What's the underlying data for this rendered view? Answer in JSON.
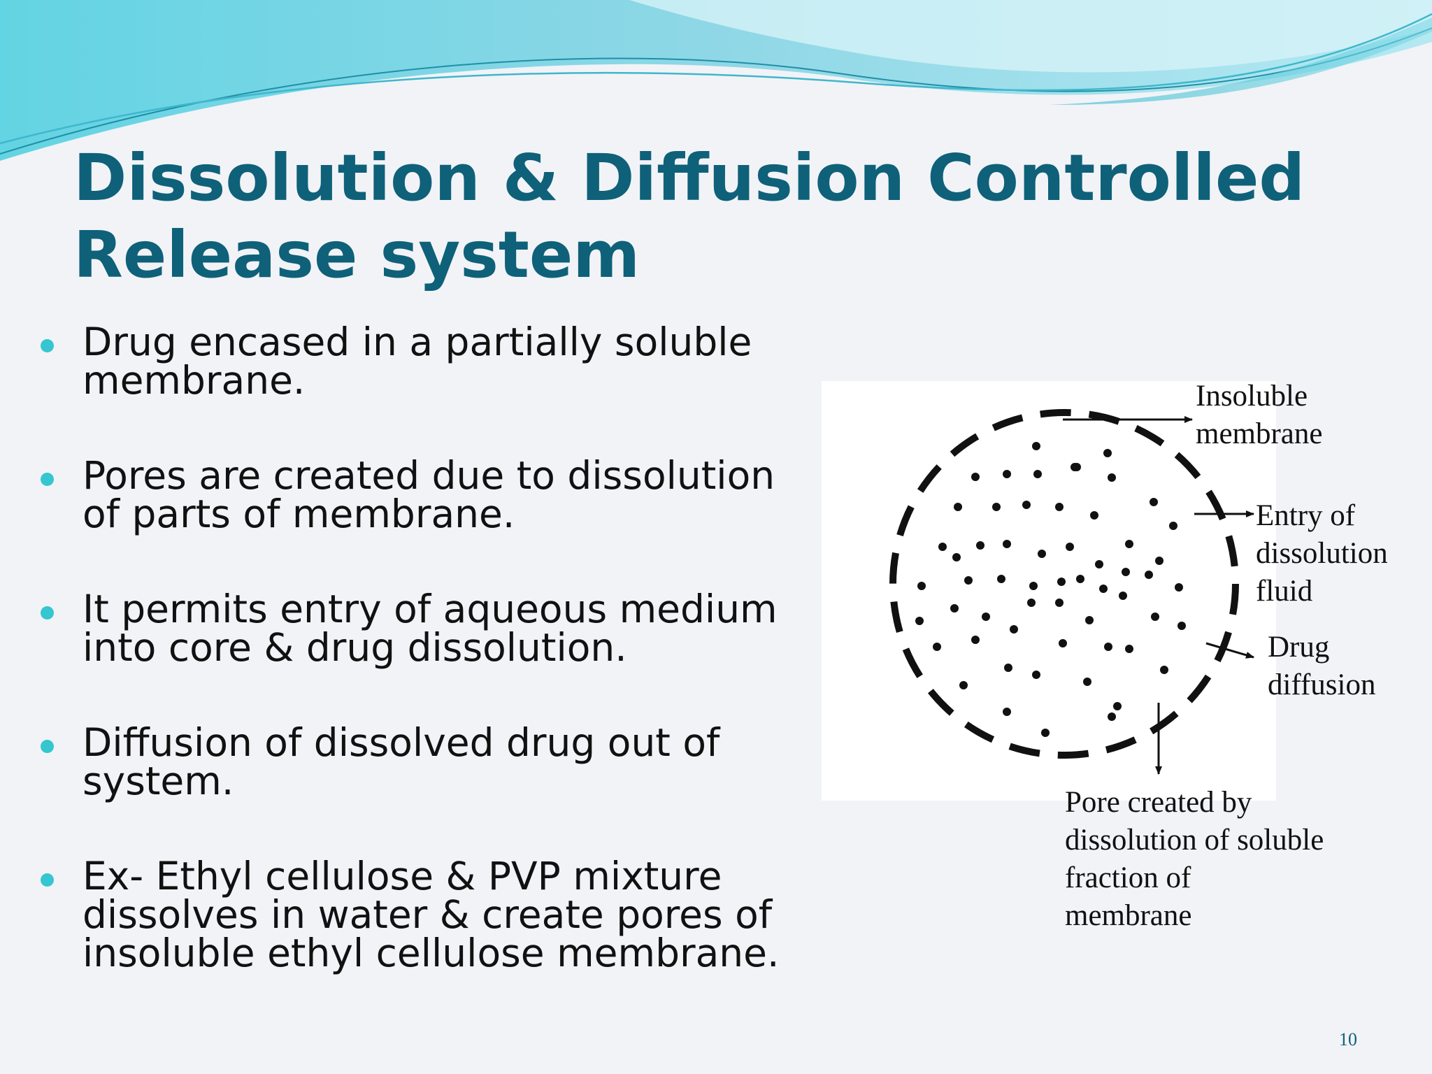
{
  "slide": {
    "title_line1": "Dissolution & Diffusion Controlled",
    "title_line2": "Release system",
    "bullets": [
      {
        "line1": "Drug encased in a partially soluble",
        "line2": "membrane."
      },
      {
        "line1": "Pores are created due to dissolution",
        "line2": "of parts of membrane."
      },
      {
        "line1": "It permits entry of aqueous medium",
        "line2": "into core & drug dissolution."
      },
      {
        "line1": "Diffusion of dissolved drug out of",
        "line2": "system."
      },
      {
        "line1": "Ex- Ethyl cellulose & PVP mixture",
        "line2": "dissolves in water & create pores of",
        "line3": "insoluble ethyl cellulose membrane."
      }
    ],
    "page_number": "10"
  },
  "diagram": {
    "labels": {
      "insoluble_membrane": {
        "line1": "Insoluble",
        "line2": "membrane"
      },
      "entry_of_fluid": {
        "line1": "Entry of",
        "line2": "dissolution",
        "line3": "fluid"
      },
      "drug_diffusion": {
        "line1": "Drug",
        "line2": "diffusion"
      },
      "pore_created": {
        "line1": "Pore created by",
        "line2": "dissolution of soluble",
        "line3": "fraction of",
        "line4": "membrane"
      }
    }
  },
  "colors": {
    "title": "#0e6179",
    "bullet_dot": "#35c6cf",
    "wave_light": "#8fe1ec",
    "wave_dark": "#3fb7cc"
  }
}
